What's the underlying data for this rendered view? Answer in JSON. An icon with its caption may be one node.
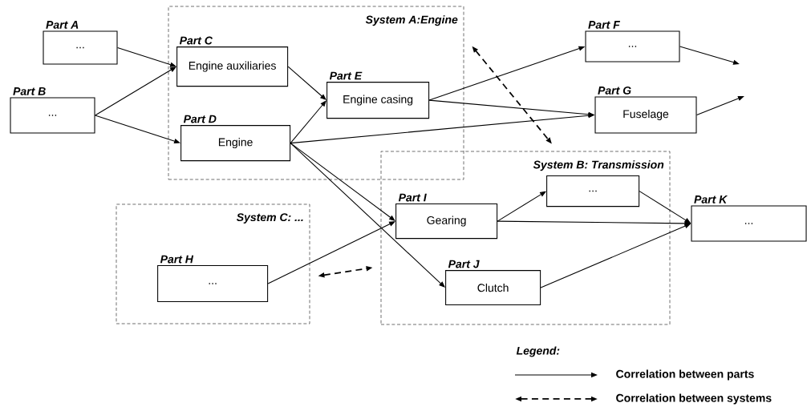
{
  "diagram": {
    "nodes": [
      {
        "text": [
          "Part A",
          "..."
        ]
      },
      {
        "text": [
          "Part B",
          "..."
        ]
      },
      {
        "text": [
          "System A:Engine"
        ]
      },
      {
        "text": [
          "Part C",
          "Engine auxiliaries"
        ],
        "in": 2
      },
      {
        "text": [
          "Part D",
          "Engine"
        ],
        "in": 2
      },
      {
        "text": [
          "Part E",
          "Engine casing"
        ],
        "in": 2
      },
      {
        "text": [
          "Part F",
          "..."
        ]
      },
      {
        "text": [
          "Part G",
          "Fuselage"
        ]
      },
      {
        "text": [
          "System B: Transmission"
        ]
      },
      {
        "text": [
          "..."
        ],
        "in": 8
      },
      {
        "text": [
          "Part I",
          "Gearing"
        ],
        "in": 8
      },
      {
        "text": [
          "Part J",
          "Clutch"
        ],
        "in": 8
      },
      {
        "text": [
          "Part K",
          "..."
        ]
      },
      {
        "text": [
          "System C: ..."
        ]
      },
      {
        "text": [
          "Part H",
          "..."
        ],
        "in": 13
      }
    ],
    "edges": [
      {
        "from": 0,
        "to": 3,
        "arrow": "to"
      },
      {
        "from": 1,
        "to": 3,
        "arrow": "to"
      },
      {
        "from": 1,
        "to": 4,
        "arrow": "to"
      },
      {
        "from": 3,
        "to": 5,
        "arrow": "to"
      },
      {
        "from": 4,
        "to": 5,
        "arrow": "to"
      },
      {
        "from": 5,
        "to": 6,
        "arrow": "to"
      },
      {
        "from": 5,
        "to": 7,
        "arrow": "to"
      },
      {
        "from": 4,
        "to": 7,
        "arrow": "to"
      },
      {
        "from": 4,
        "to": 10,
        "arrow": "to"
      },
      {
        "from": 4,
        "to": 11,
        "arrow": "to"
      },
      {
        "from": 14,
        "to": 10,
        "arrow": "to"
      },
      {
        "from": 10,
        "to": 9,
        "arrow": "to"
      },
      {
        "from": 10,
        "to": 12,
        "arrow": "to"
      },
      {
        "from": 9,
        "to": 12,
        "arrow": "to"
      },
      {
        "from": 11,
        "to": 12,
        "arrow": "to"
      },
      {
        "from": 6,
        "to": null,
        "arrow": "to"
      },
      {
        "from": 7,
        "to": null,
        "arrow": "to"
      },
      {
        "from": 2,
        "to": 8,
        "arrow": "both",
        "style": "dashed"
      },
      {
        "from": 13,
        "to": 8,
        "arrow": "both",
        "style": "dashed"
      }
    ],
    "labels": [
      "Legend:"
    ],
    "legend": [
      {
        "text": "Correlation between parts"
      },
      {
        "text": "Correlation between systems"
      }
    ]
  }
}
